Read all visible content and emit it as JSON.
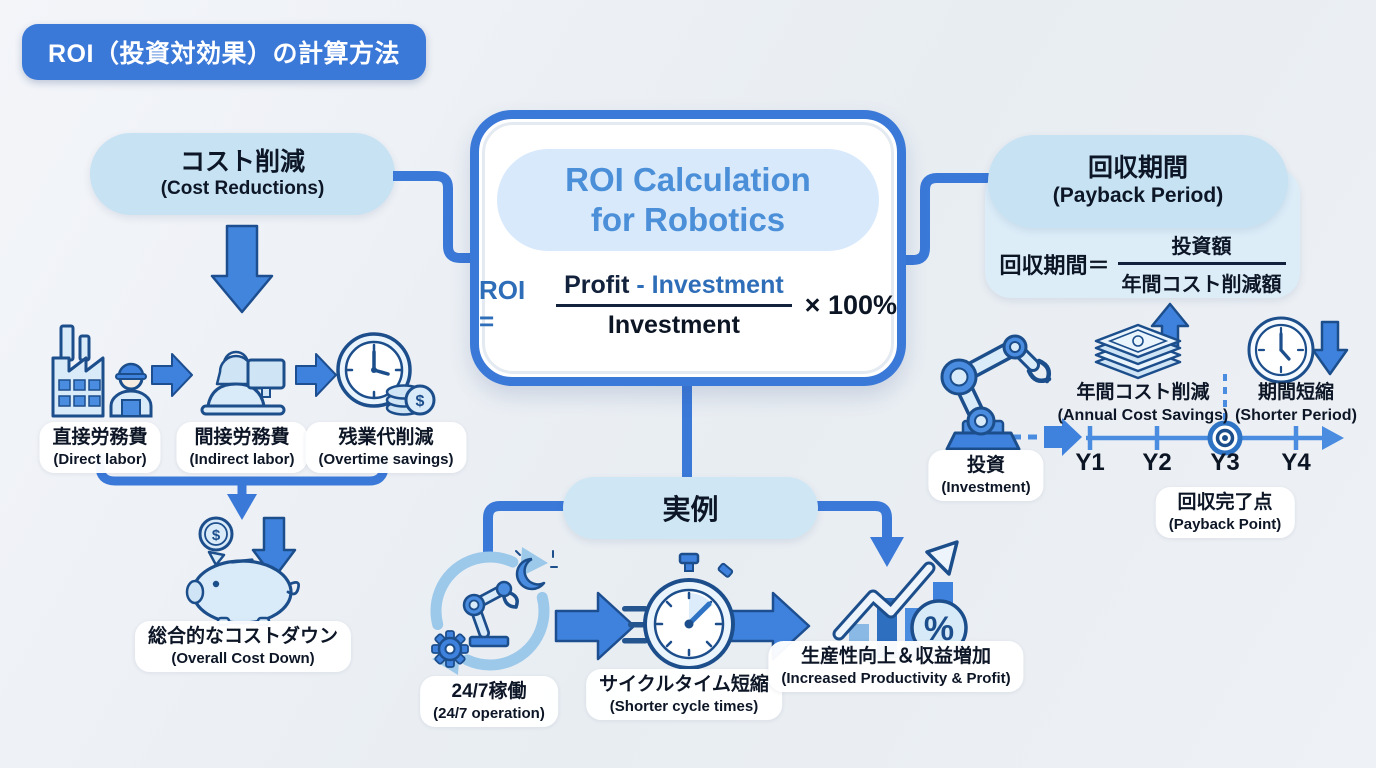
{
  "theme": {
    "blue": "#3b79d9",
    "blue-dark": "#1c4e8c",
    "pill-blue": "#c6e2f3",
    "pill-lighter": "#dcedf8",
    "inner-pill": "#d8e9fb",
    "example-pill": "#cfe7f4",
    "heading-blue": "#4a8fd8",
    "formula-blue": "#2e6db8"
  },
  "header": {
    "title": "ROI（投資対効果）の計算方法"
  },
  "center": {
    "heading_line1": "ROI Calculation",
    "heading_line2": "for Robotics",
    "formula": {
      "lhs": "ROI =",
      "numerator_profit": "Profit",
      "numerator_minus": "- Investment",
      "denominator": "Investment",
      "suffix": "× 100%"
    }
  },
  "cost": {
    "pill_jp": "コスト削減",
    "pill_en": "(Cost Reductions)",
    "items": [
      {
        "jp": "直接労務費",
        "en": "(Direct labor)"
      },
      {
        "jp": "間接労務費",
        "en": "(Indirect labor)"
      },
      {
        "jp": "残業代削減",
        "en": "(Overtime savings)"
      }
    ],
    "result_jp": "総合的なコストダウン",
    "result_en": "(Overall Cost Down)"
  },
  "examples": {
    "pill": "実例",
    "items": [
      {
        "jp": "24/7稼働",
        "en": "(24/7 operation)"
      },
      {
        "jp": "サイクルタイム短縮",
        "en": "(Shorter cycle times)"
      },
      {
        "jp": "生産性向上＆収益増加",
        "en": "(Increased Productivity & Profit)"
      }
    ]
  },
  "payback": {
    "pill_jp": "回収期間",
    "pill_en": "(Payback Period)",
    "formula_lhs": "回収期間＝",
    "formula_numerator": "投資額",
    "formula_denominator": "年間コスト削減額",
    "investment_jp": "投資",
    "investment_en": "(Investment)",
    "savings_jp": "年間コスト削減",
    "savings_en": "(Annual Cost Savings)",
    "shorter_jp": "期間短縮",
    "shorter_en": "(Shorter Period)",
    "payback_point_jp": "回収完了点",
    "payback_point_en": "(Payback Point)",
    "years": [
      "Y1",
      "Y2",
      "Y3",
      "Y4"
    ]
  },
  "glyphs": {
    "dollar": "$",
    "percent": "%"
  }
}
